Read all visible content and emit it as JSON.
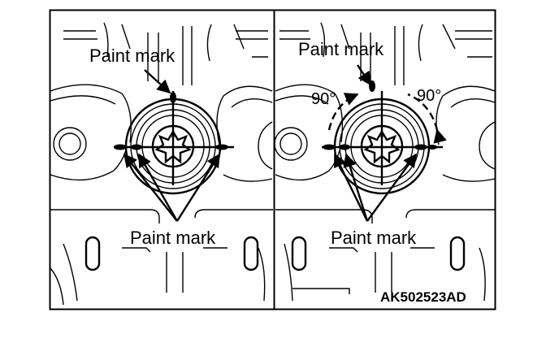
{
  "left_panel": {
    "label_top": "Paint mark",
    "label_bottom": "Paint mark"
  },
  "right_panel": {
    "label_top": "Paint mark",
    "label_bottom": "Paint mark",
    "angle_left": "90°",
    "angle_right": "90°"
  },
  "figure_code": "AK502523AD",
  "colors": {
    "ink": "#000000",
    "paper": "#ffffff"
  }
}
